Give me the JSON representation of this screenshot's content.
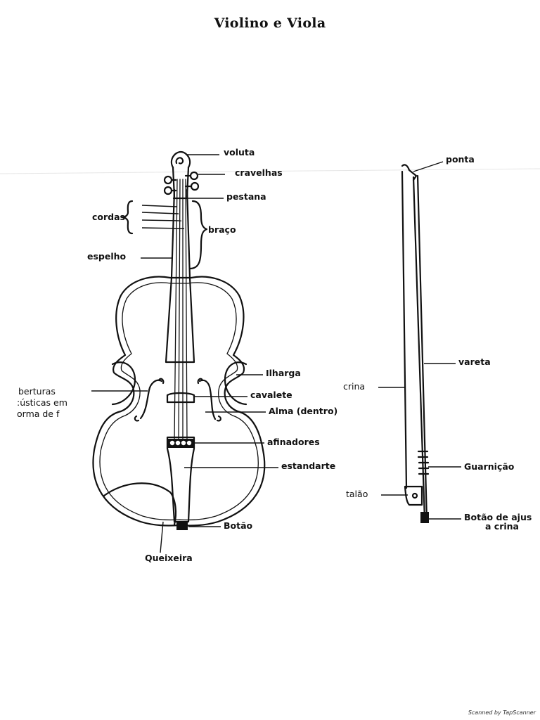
{
  "title": "Violino e Viola",
  "violin_labels": {
    "voluta": "voluta",
    "cravelhas": "cravelhas",
    "pestana": "pestana",
    "cordas": "cordas",
    "braco": "braço",
    "espelho": "espelho",
    "aberturas_line1": "berturas",
    "aberturas_line2": ":ústicas em",
    "aberturas_line3": "orma de f",
    "ilharga": "Ilharga",
    "cavalete": "cavalete",
    "alma": "Alma (dentro)",
    "afinadores": "afinadores",
    "estandarte": "estandarte",
    "botao": "Botão",
    "queixeira": "Queixeira"
  },
  "bow_labels": {
    "ponta": "ponta",
    "vareta": "vareta",
    "crina": "crina",
    "guarnicao": "Guarnição",
    "talao": "talão",
    "botao_ajuste_line1": "Botão de ajus",
    "botao_ajuste_line2": "a crina"
  },
  "footer": "Scanned by TapScanner"
}
